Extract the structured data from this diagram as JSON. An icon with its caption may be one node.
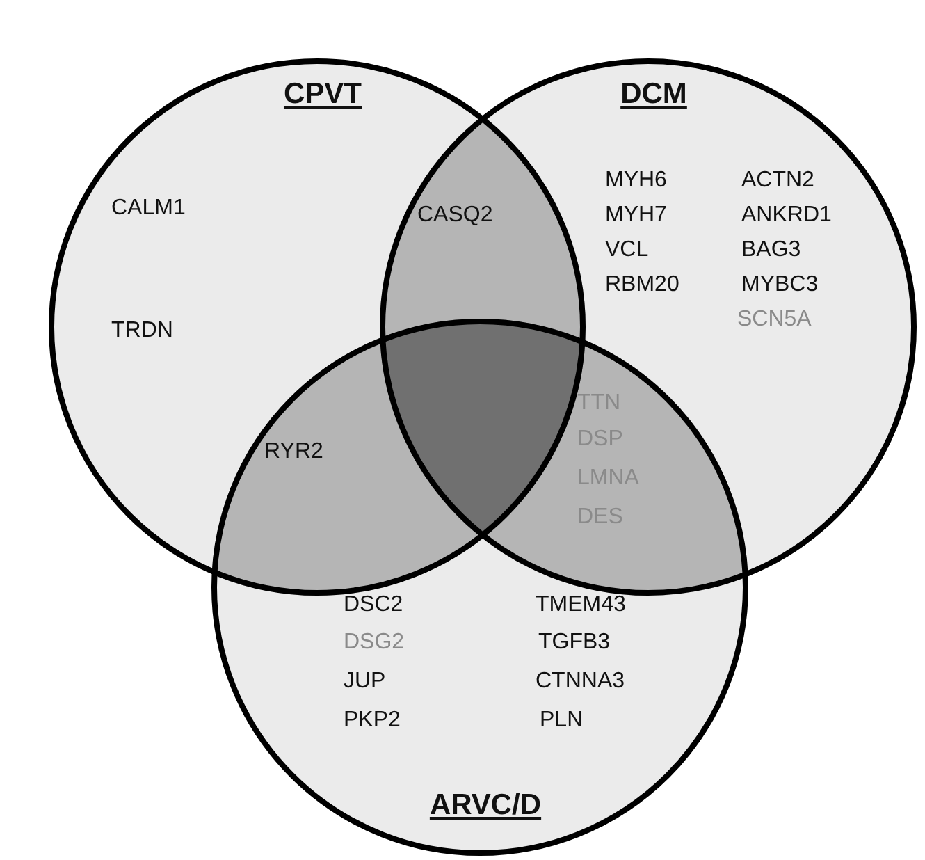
{
  "diagram": {
    "nodes": [
      {
        "text": [
          "CPVT"
        ]
      },
      {
        "text": [
          "DCM"
        ]
      },
      {
        "text": [
          "ARVC/D"
        ]
      }
    ],
    "labels": [
      "CALM1",
      "CASQ2",
      "MYH6",
      "ACTN2",
      "MYH7",
      "ANKRD1",
      "VCL",
      "BAG3",
      "RBM20",
      "MYBC3",
      "SCN5A",
      "TRDN",
      "TTN",
      "RYR2",
      "DSP",
      "LMNA",
      "DES",
      "DSC2",
      "TMEM43",
      "DSG2",
      "TGFB3",
      "JUP",
      "CTNNA3",
      "PKP2",
      "PLN"
    ]
  }
}
